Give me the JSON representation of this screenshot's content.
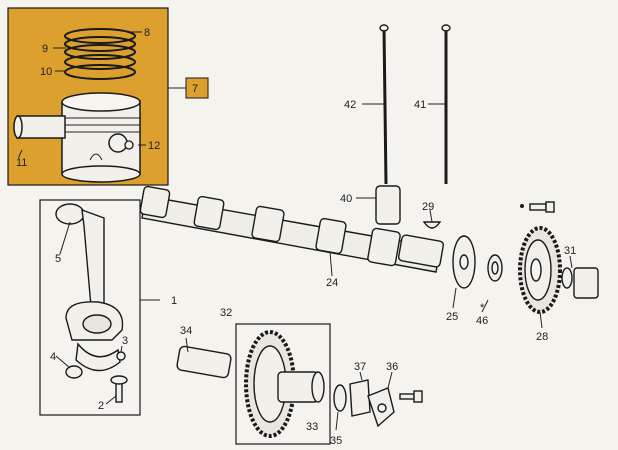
{
  "colors": {
    "inset_bg": "#dca02f",
    "paper": "#f4f3ee",
    "ink": "#1a1a1a"
  },
  "inset_group": {
    "number": "7"
  },
  "labels": {
    "p1": "1",
    "p2": "2",
    "p3": "3",
    "p4": "4",
    "p5": "5",
    "p7": "7",
    "p8": "8",
    "p9": "9",
    "p10": "10",
    "p11": "11",
    "p12": "12",
    "p24": "24",
    "p25": "25",
    "p28": "28",
    "p29": "29",
    "p31": "31",
    "p32": "32",
    "p33": "33",
    "p34": "34",
    "p35": "35",
    "p36": "36",
    "p37": "37",
    "p40": "40",
    "p41": "41",
    "p42": "42",
    "p46": "46"
  }
}
